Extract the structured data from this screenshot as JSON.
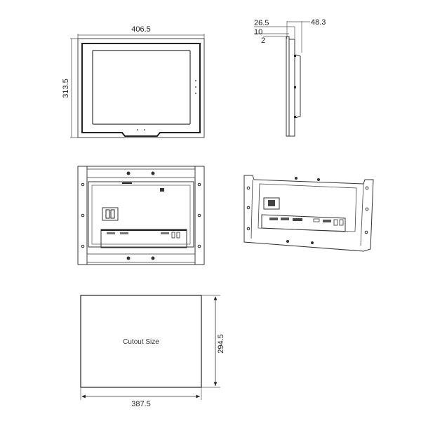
{
  "front_view": {
    "width_label": "406.5",
    "height_label": "313.5"
  },
  "side_view": {
    "depth_total_label": "48.3",
    "depth_body_label": "26.5",
    "bezel_label": "10",
    "front_label": "2"
  },
  "rear_view": {},
  "iso_view": {},
  "cutout": {
    "title": "Cutout Size",
    "width_label": "387.5",
    "height_label": "294.5"
  },
  "colors": {
    "line": "#333333",
    "background": "#ffffff"
  }
}
